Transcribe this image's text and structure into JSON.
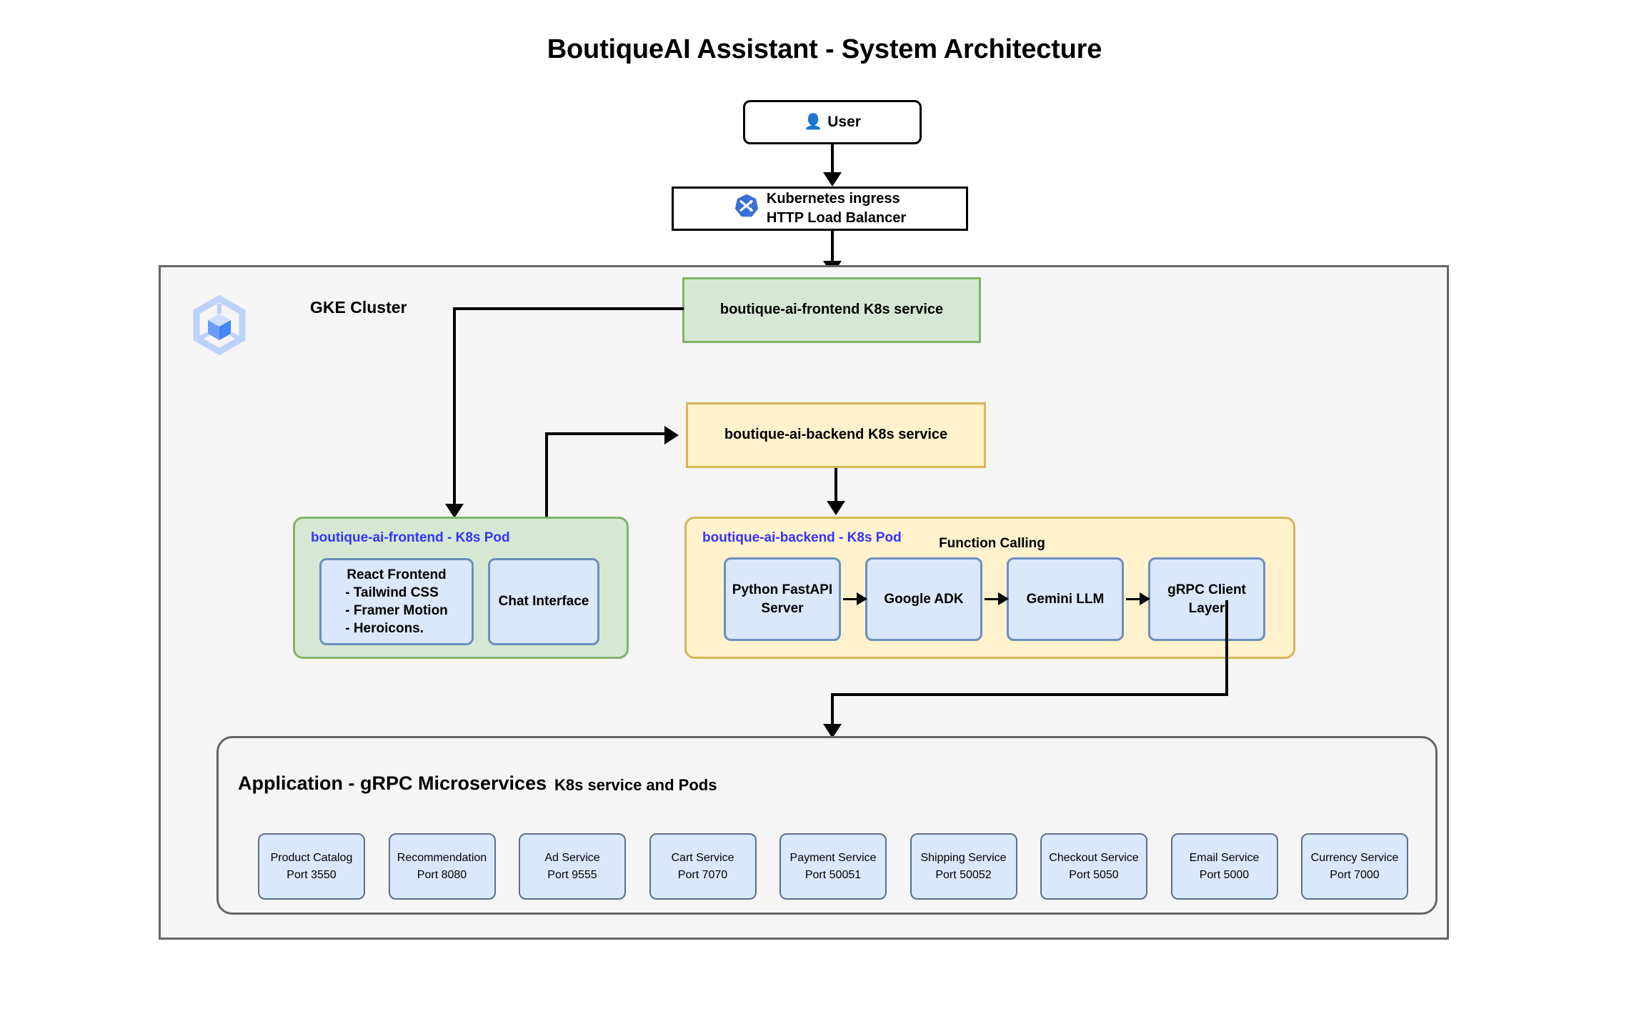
{
  "title": "BoutiqueAI Assistant - System Architecture",
  "entry": {
    "user": {
      "label": "User",
      "icon": "user-icon"
    },
    "ingress": {
      "icon": "kubernetes-icon",
      "line1": "Kubernetes ingress",
      "line2": "HTTP Load Balancer"
    }
  },
  "cluster": {
    "label": "GKE Cluster",
    "icon": "gke-cluster-icon",
    "services": [
      {
        "name": "frontend-service",
        "label": "boutique-ai-frontend K8s service",
        "fill": "#d5e8d4",
        "stroke": "#82b366"
      },
      {
        "name": "backend-service",
        "label": "boutique-ai-backend K8s service",
        "fill": "#fff2cc",
        "stroke": "#d6b656"
      }
    ],
    "frontend_pod": {
      "label": "boutique-ai-frontend - K8s Pod",
      "fill": "#d5e8d4",
      "stroke": "#82b366",
      "components": [
        {
          "name": "react-frontend",
          "title": "React Frontend",
          "items": [
            "- Tailwind CSS",
            "- Framer Motion",
            "- Heroicons."
          ]
        },
        {
          "name": "chat-interface",
          "title": "Chat Interface"
        }
      ]
    },
    "backend_pod": {
      "label": "boutique-ai-backend - K8s Pod",
      "fill": "#fff2cc",
      "stroke": "#d6b656",
      "annotation": "Function Calling",
      "components": [
        {
          "name": "python-fastapi-server",
          "line1": "Python  FastAPI",
          "line2": "Server"
        },
        {
          "name": "google-adk",
          "line1": "Google ADK",
          "line2": ""
        },
        {
          "name": "gemini-llm",
          "line1": "Gemini LLM",
          "line2": ""
        },
        {
          "name": "grpc-client-layer",
          "line1": "gRPC Client",
          "line2": "Layer"
        }
      ]
    },
    "microservices_section": {
      "title": "Application - gRPC Microservices",
      "subtitle": "K8s service and Pods",
      "fill": "#dae8fc",
      "stroke": "#5b6f8c",
      "services": [
        {
          "name": "product-catalog",
          "label": "Product Catalog",
          "port": "Port 3550"
        },
        {
          "name": "recommendation",
          "label": "Recommendation",
          "port": "Port 8080"
        },
        {
          "name": "ad-service",
          "label": "Ad Service",
          "port": "Port 9555"
        },
        {
          "name": "cart-service",
          "label": "Cart Service",
          "port": "Port 7070"
        },
        {
          "name": "payment-service",
          "label": "Payment Service",
          "port": "Port 50051"
        },
        {
          "name": "shipping-service",
          "label": "Shipping Service",
          "port": "Port 50052"
        },
        {
          "name": "checkout-service",
          "label": "Checkout Service",
          "port": "Port 5050"
        },
        {
          "name": "email-service",
          "label": "Email Service",
          "port": "Port 5000"
        },
        {
          "name": "currency-service",
          "label": "Currency Service",
          "port": "Port 7000"
        }
      ]
    }
  },
  "colors": {
    "green_fill": "#d5e8d4",
    "green_stroke": "#82b366",
    "yellow_fill": "#fff2cc",
    "yellow_stroke": "#d6b656",
    "blue_fill": "#dae8fc",
    "blue_stroke": "#6c8ebf",
    "pod_label": "#3333ff",
    "cluster_bg": "#f5f5f5",
    "cluster_stroke": "#666666",
    "k8s_blue": "#3a6fd8",
    "gke_blue": "#5a8df5"
  }
}
